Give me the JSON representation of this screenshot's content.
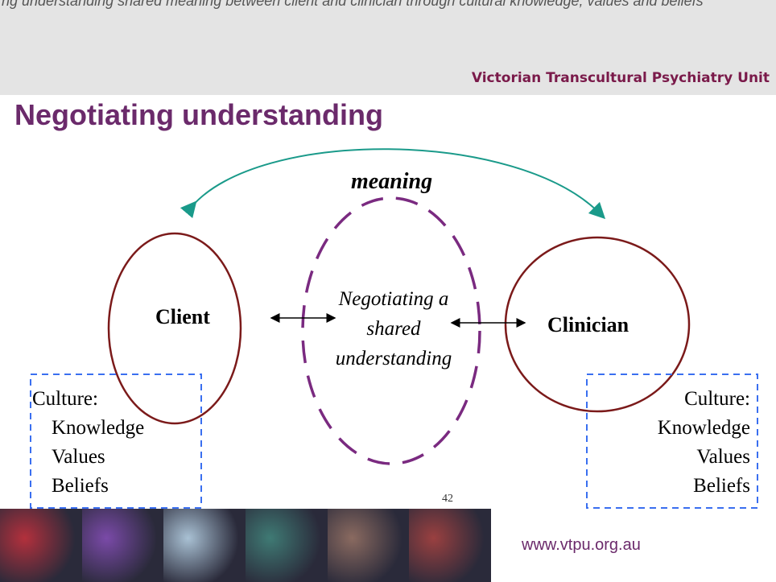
{
  "header": {
    "top_line": "ng understanding shared meaning between client and clinician through cultural knowledge, values and beliefs",
    "organization": "Victorian Transcultural Psychiatry Unit"
  },
  "title": "Negotiating understanding",
  "diagram": {
    "meaning_label": "meaning",
    "client_label": "Client",
    "clinician_label": "Clinician",
    "center_lines": [
      "Negotiating a",
      "shared",
      "understanding"
    ],
    "culture_left": {
      "heading": "Culture:",
      "items": [
        "Knowledge",
        "Values",
        "Beliefs"
      ]
    },
    "culture_right": {
      "heading": "Culture:",
      "items": [
        "Knowledge",
        "Values",
        "Beliefs"
      ]
    },
    "colors": {
      "circles": "#7b1a1a",
      "center_oval": "#7a2a80",
      "boxes": "#3a6ff0",
      "arc": "#1a9a8a"
    }
  },
  "footer": {
    "page_number": "42",
    "url": "www.vtpu.org.au",
    "tile_colors": [
      "#b3303c",
      "#7a4aa8",
      "#a9c1d4",
      "#3f7a74",
      "#8a6a60",
      "#9a4040"
    ]
  }
}
